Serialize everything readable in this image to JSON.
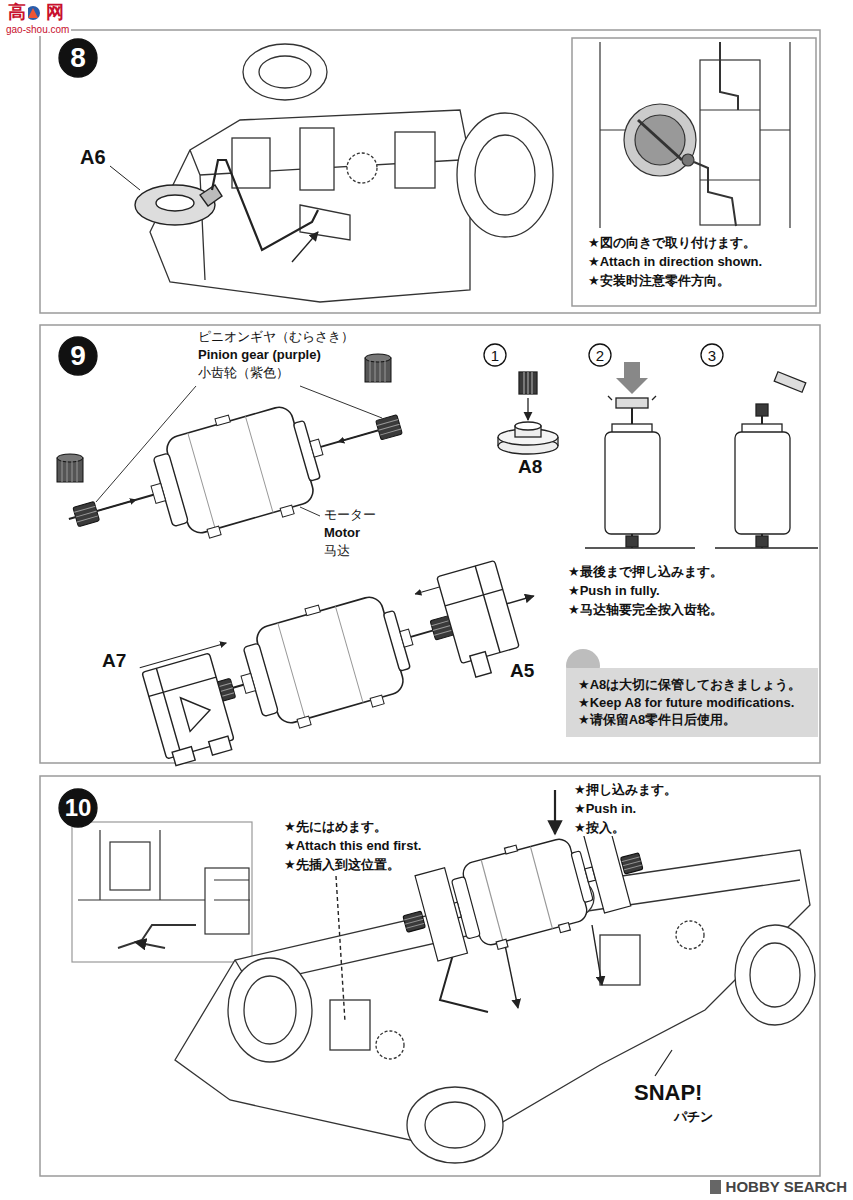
{
  "diagram": {
    "nodes": [
      {
        "text": [
          "8"
        ]
      },
      {
        "text": [
          "9"
        ]
      },
      {
        "text": [
          "1"
        ]
      },
      {
        "text": [
          "2"
        ]
      },
      {
        "text": [
          "3"
        ]
      },
      {
        "text": [
          "★A8は大切に保管しておきましょう。",
          "★Keep A8 for future modifications.",
          "★请保留A8零件日后使用。"
        ]
      },
      {
        "text": [
          "10"
        ]
      }
    ],
    "labels": [
      "高",
      "网",
      "gao-shou.com",
      "A6",
      "★図の向きで取り付けます。",
      "★Attach in direction shown.",
      "★安装时注意零件方向。",
      "ピニオンギヤ（むらさき）",
      "Pinion gear (purple)",
      "小齿轮（紫色）",
      "モーター",
      "Motor",
      "马达",
      "A8",
      "★最後まで押し込みます。",
      "★Push in fully.",
      "★马达轴要完全按入齿轮。",
      "A7",
      "A5",
      "★先にはめます。",
      "★Attach this end first.",
      "★先插入到这位置。",
      "★押し込みます。",
      "★Push in.",
      "★按入。",
      "SNAP!",
      "パチン",
      "HOBBY SEARCH"
    ]
  }
}
